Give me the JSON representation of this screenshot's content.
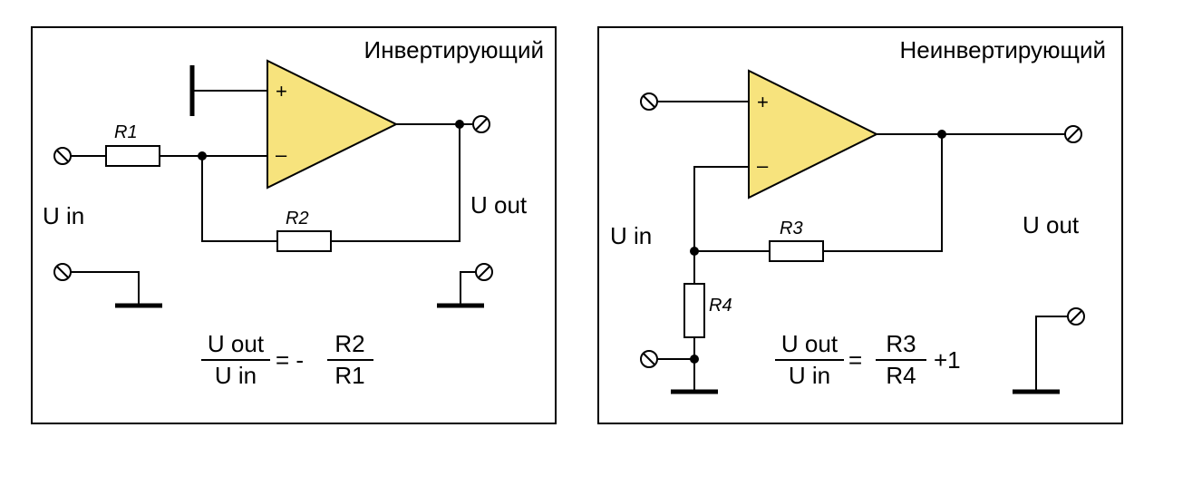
{
  "inverting": {
    "title": "Инвертирующий",
    "r1": "R1",
    "r2": "R2",
    "input_label": "U in",
    "output_label": "U out",
    "plus": "+",
    "minus": "–",
    "formula": {
      "num_left": "U out",
      "den_left": "U in",
      "equals": "= -",
      "num_right": "R2",
      "den_right": "R1"
    }
  },
  "noninverting": {
    "title": "Неинвертирующий",
    "r3": "R3",
    "r4": "R4",
    "input_label": "U in",
    "output_label": "U out",
    "plus": "+",
    "minus": "–",
    "formula": {
      "num_left": "U out",
      "den_left": "U in",
      "equals": "=",
      "num_right": "R3",
      "den_right": "R4",
      "suffix": "+1"
    }
  },
  "colors": {
    "opamp_fill": "#f7e37d",
    "line": "#000000",
    "background": "#ffffff"
  }
}
